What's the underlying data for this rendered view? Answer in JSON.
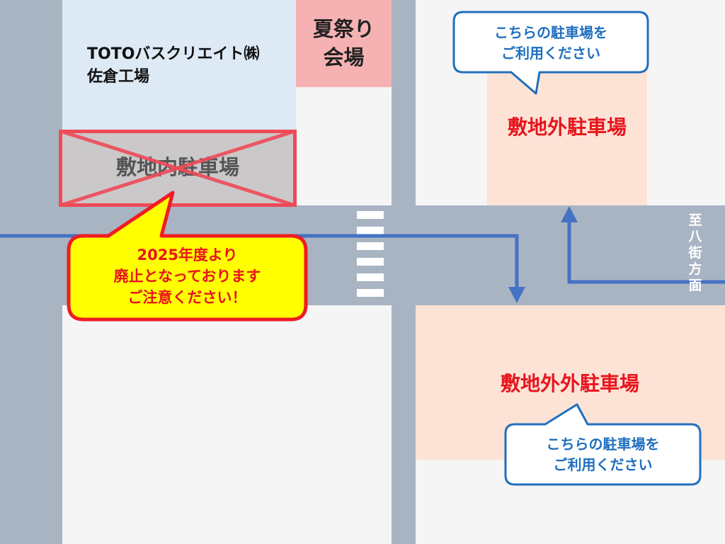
{
  "factory": {
    "name_line1": "TOTOバスクリエイト㈱",
    "name_line2": "佐倉工場"
  },
  "festival_venue": {
    "line1": "夏祭り",
    "line2": "会場"
  },
  "onsite_parking": {
    "label": "敷地内駐車場",
    "status": "closed"
  },
  "closure_notice": {
    "line1": "2025年度より",
    "line2": "廃止となっております",
    "line3": "ご注意ください！"
  },
  "offsite_parking": {
    "label": "敷地外駐車場"
  },
  "offsite_parking_2": {
    "label": "敷地外外駐車場"
  },
  "guide_bubble_top": {
    "line1": "こちらの駐車場を",
    "line2": "ご利用ください"
  },
  "guide_bubble_bottom": {
    "line1": "こちらの駐車場を",
    "line2": "ご利用ください"
  },
  "direction_sign": {
    "chars": [
      "至",
      "八",
      "街",
      "方",
      "面"
    ]
  },
  "colors": {
    "road": "#a9b4c2",
    "route_arrow": "#4472c4",
    "alert_red": "#ef1c25",
    "notice_yellow": "#ffff00",
    "guide_blue": "#1f6fbf",
    "offsite_lot": "#fce3d6",
    "factory": "#dde9f4",
    "festival": "#f6b2b3"
  }
}
